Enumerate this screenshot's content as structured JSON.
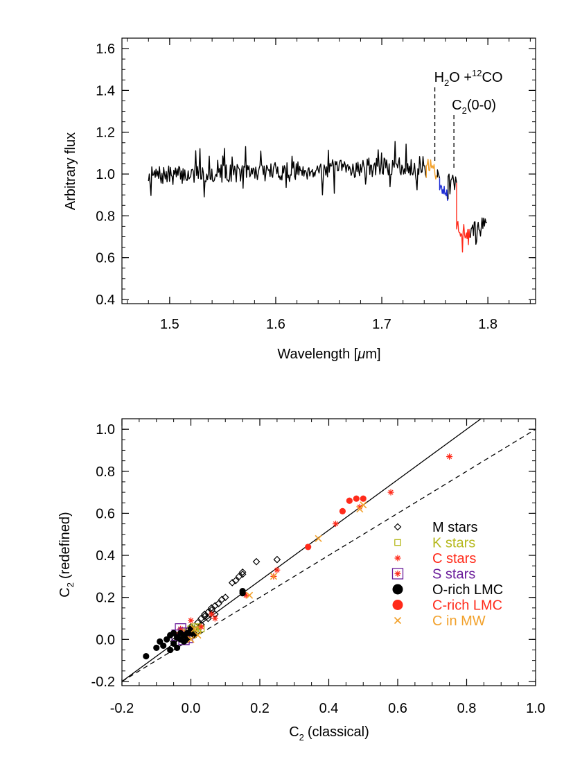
{
  "chart_data": [
    {
      "type": "line",
      "xlabel_pre": "Wavelength [",
      "xlabel_mu": "μ",
      "xlabel_post": "m]",
      "ylabel": "Arbitrary flux",
      "xlim": [
        1.455,
        1.845
      ],
      "ylim": [
        0.38,
        1.65
      ],
      "xticks": [
        "1.5",
        "1.6",
        "1.7",
        "1.8"
      ],
      "yticks": [
        "0.4",
        "0.6",
        "0.8",
        "1.0",
        "1.2",
        "1.4",
        "1.6"
      ],
      "annotations": [
        {
          "id": "h2o",
          "parts": [
            [
              "H",
              "n"
            ],
            [
              "2",
              "sub"
            ],
            [
              "O +",
              "n"
            ],
            [
              "12",
              "sup"
            ],
            [
              "CO",
              "n"
            ]
          ],
          "x": 1.75
        },
        {
          "id": "c2",
          "parts": [
            [
              "C",
              "n"
            ],
            [
              "2",
              "sub"
            ],
            [
              "(0-0)",
              "n"
            ]
          ],
          "x": 1.768
        }
      ],
      "series": [
        {
          "color": "#000000",
          "x_range": [
            1.48,
            1.742
          ],
          "n": 330,
          "level_start": 0.99,
          "level_end": 1.04,
          "noise": 0.045,
          "seed": 7
        },
        {
          "color": "#f2a12b",
          "x_range": [
            1.742,
            1.7525
          ],
          "n": 14,
          "level_start": 1.06,
          "level_end": 1.02,
          "noise": 0.04,
          "seed": 11
        },
        {
          "color": "#000000",
          "x_range": [
            1.7525,
            1.7545
          ],
          "n": 3,
          "level_start": 1.02,
          "level_end": 0.98,
          "noise": 0.0,
          "seed": 13
        },
        {
          "color": "#1f2ed6",
          "x_range": [
            1.7545,
            1.7625
          ],
          "n": 14,
          "level_start": 0.94,
          "level_end": 0.9,
          "noise": 0.03,
          "seed": 17
        },
        {
          "color": "#000000",
          "x_range": [
            1.7625,
            1.7705
          ],
          "n": 10,
          "level_start": 0.95,
          "level_end": 0.98,
          "noise": 0.03,
          "seed": 19
        },
        {
          "color": "#ff2a1a",
          "x_range": [
            1.7705,
            1.7835
          ],
          "n": 22,
          "level_start": 0.76,
          "level_end": 0.69,
          "noise": 0.045,
          "seed": 23
        },
        {
          "color": "#000000",
          "x_range": [
            1.7835,
            1.799
          ],
          "n": 22,
          "level_start": 0.72,
          "level_end": 0.76,
          "noise": 0.045,
          "seed": 29
        }
      ]
    },
    {
      "type": "scatter",
      "xlabel_main": "C",
      "xlabel_sub": "2",
      "xlabel_tail": "(classical)",
      "ylabel_main": "C",
      "ylabel_sub": "2",
      "ylabel_tail": "(redefined)",
      "xlim": [
        -0.2,
        1.0
      ],
      "ylim": [
        -0.22,
        1.05
      ],
      "xticks": [
        "-0.2",
        "0.0",
        "0.2",
        "0.4",
        "0.6",
        "0.8",
        "1.0"
      ],
      "yticks": [
        "-0.2",
        "0.0",
        "0.2",
        "0.4",
        "0.6",
        "0.8",
        "1.0"
      ],
      "lines": [
        {
          "name": "fit",
          "style": "solid",
          "slope": 1.2,
          "intercept": 0.04
        },
        {
          "name": "one-to-one",
          "style": "dashed",
          "slope": 1.0,
          "intercept": 0.0
        }
      ],
      "legend": [
        {
          "label": "M stars",
          "marker": "diamond",
          "color": "#000000"
        },
        {
          "label": "K stars",
          "marker": "square",
          "color": "#b5b81c"
        },
        {
          "label": "C stars",
          "marker": "asterisk",
          "color": "#ff2a1a"
        },
        {
          "label": "S stars",
          "marker": "boxstar",
          "color": "#6a1c9a"
        },
        {
          "label": "O-rich LMC",
          "marker": "circle",
          "color": "#000000"
        },
        {
          "label": "C-rich LMC",
          "marker": "circle",
          "color": "#ff2a1a"
        },
        {
          "label": "C in MW",
          "marker": "cross",
          "color": "#f2a12b"
        }
      ],
      "series": [
        {
          "name": "M stars",
          "marker": "diamond",
          "color": "#000000",
          "points": [
            [
              -0.05,
              -0.01
            ],
            [
              -0.03,
              0.02
            ],
            [
              -0.01,
              0.04
            ],
            [
              0.0,
              0.06
            ],
            [
              0.02,
              0.08
            ],
            [
              0.03,
              0.1
            ],
            [
              0.04,
              0.12
            ],
            [
              0.05,
              0.13
            ],
            [
              0.06,
              0.15
            ],
            [
              0.07,
              0.16
            ],
            [
              0.08,
              0.17
            ],
            [
              0.09,
              0.19
            ],
            [
              0.1,
              0.2
            ],
            [
              0.12,
              0.27
            ],
            [
              0.13,
              0.28
            ],
            [
              0.14,
              0.3
            ],
            [
              0.15,
              0.31
            ],
            [
              0.15,
              0.32
            ],
            [
              0.19,
              0.37
            ],
            [
              0.25,
              0.38
            ],
            [
              0.0,
              0.03
            ],
            [
              0.01,
              0.05
            ],
            [
              0.02,
              0.04
            ],
            [
              0.04,
              0.11
            ],
            [
              0.06,
              0.14
            ],
            [
              0.07,
              0.12
            ],
            [
              0.05,
              0.1
            ],
            [
              0.03,
              0.07
            ]
          ]
        },
        {
          "name": "K stars",
          "marker": "square",
          "color": "#b5b81c",
          "points": [
            [
              -0.02,
              0.03
            ],
            [
              -0.01,
              0.04
            ],
            [
              0.0,
              0.05
            ],
            [
              0.01,
              0.06
            ],
            [
              0.02,
              0.04
            ],
            [
              0.03,
              0.05
            ],
            [
              0.01,
              0.03
            ],
            [
              -0.03,
              0.02
            ],
            [
              0.0,
              0.02
            ],
            [
              0.02,
              0.06
            ]
          ]
        },
        {
          "name": "C stars",
          "marker": "asterisk",
          "color": "#ff2a1a",
          "points": [
            [
              0.0,
              0.09
            ],
            [
              0.07,
              0.1
            ],
            [
              0.24,
              0.3
            ],
            [
              0.25,
              0.33
            ],
            [
              0.34,
              0.44
            ],
            [
              0.42,
              0.55
            ],
            [
              0.49,
              0.63
            ],
            [
              0.58,
              0.7
            ],
            [
              0.75,
              0.87
            ],
            [
              0.06,
              0.12
            ],
            [
              0.03,
              0.06
            ],
            [
              0.16,
              0.21
            ]
          ]
        },
        {
          "name": "S stars",
          "marker": "boxstar",
          "color": "#6a1c9a",
          "points": [
            [
              -0.04,
              0.02
            ],
            [
              -0.03,
              0.05
            ],
            [
              -0.02,
              0.03
            ],
            [
              -0.01,
              0.01
            ],
            [
              -0.02,
              0.0
            ]
          ]
        },
        {
          "name": "O-rich LMC",
          "marker": "circle",
          "color": "#000000",
          "points": [
            [
              -0.13,
              -0.08
            ],
            [
              -0.1,
              -0.04
            ],
            [
              -0.09,
              -0.01
            ],
            [
              -0.08,
              -0.03
            ],
            [
              -0.07,
              0.0
            ],
            [
              -0.06,
              -0.05
            ],
            [
              -0.05,
              -0.02
            ],
            [
              -0.04,
              -0.04
            ],
            [
              -0.04,
              0.01
            ],
            [
              -0.03,
              0.0
            ],
            [
              -0.03,
              0.03
            ],
            [
              -0.02,
              0.02
            ],
            [
              -0.02,
              -0.01
            ],
            [
              -0.01,
              0.03
            ],
            [
              0.0,
              0.05
            ],
            [
              0.0,
              0.03
            ],
            [
              -0.06,
              0.02
            ],
            [
              -0.05,
              0.03
            ],
            [
              0.15,
              0.23
            ],
            [
              0.15,
              0.22
            ],
            [
              -0.01,
              0.0
            ],
            [
              0.01,
              0.02
            ]
          ]
        },
        {
          "name": "C-rich LMC",
          "marker": "circle",
          "color": "#ff2a1a",
          "points": [
            [
              0.34,
              0.44
            ],
            [
              0.44,
              0.61
            ],
            [
              0.46,
              0.66
            ],
            [
              0.48,
              0.67
            ],
            [
              0.5,
              0.67
            ]
          ]
        },
        {
          "name": "C in MW",
          "marker": "cross",
          "color": "#f2a12b",
          "points": [
            [
              0.0,
              0.0
            ],
            [
              0.17,
              0.21
            ],
            [
              0.24,
              0.3
            ],
            [
              0.37,
              0.48
            ],
            [
              0.49,
              0.62
            ],
            [
              0.5,
              0.64
            ],
            [
              0.02,
              0.02
            ],
            [
              0.01,
              0.05
            ]
          ]
        }
      ]
    }
  ]
}
